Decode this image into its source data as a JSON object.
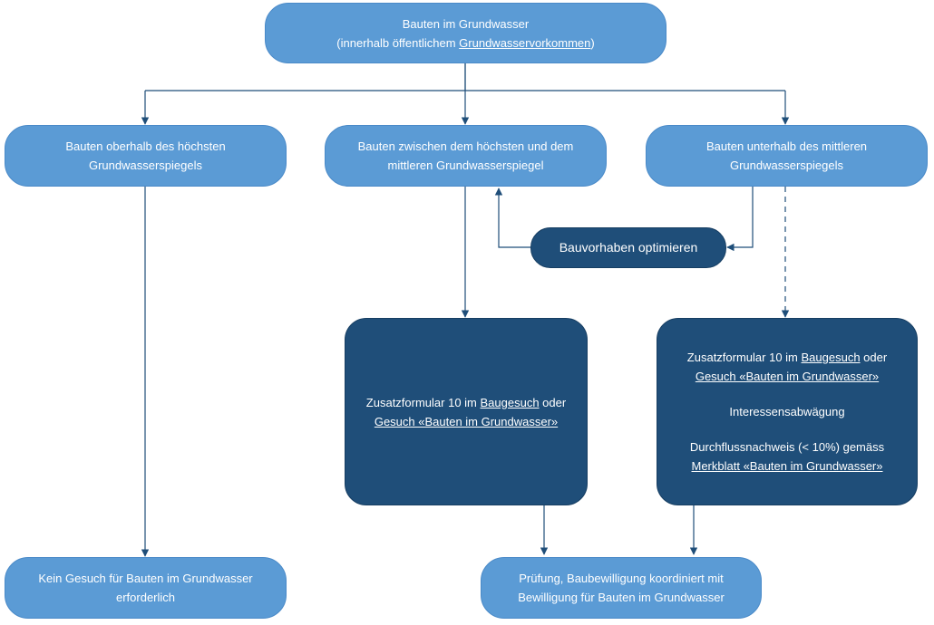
{
  "top": {
    "line1": "Bauten im Grundwasser",
    "line2_prefix": "(innerhalb öffentlichem ",
    "line2_link": "Grundwasservorkommen",
    "line2_suffix": ")"
  },
  "left": {
    "line1": "Bauten oberhalb des höchsten",
    "line2": "Grundwasserspiegels"
  },
  "mid": {
    "line1": "Bauten zwischen dem höchsten und dem",
    "line2": "mittleren Grundwasserspiegel"
  },
  "right": {
    "line1": "Bauten unterhalb des mittleren",
    "line2": "Grundwasserspiegels"
  },
  "optimize": {
    "label": "Bauvorhaben optimieren"
  },
  "mid_form": {
    "prefix": "Zusatzformular 10 im ",
    "link1": "Baugesuch",
    "middle": " oder",
    "link2": "Gesuch «Bauten im Grundwasser»"
  },
  "right_form": {
    "prefix": "Zusatzformular 10 im ",
    "link1": "Baugesuch",
    "middle": " oder",
    "link2": "Gesuch «Bauten im Grundwasser»",
    "interest": "Interessensabwägung",
    "flow": "Durchflussnachweis (< 10%) gemäss",
    "link3": "Merkblatt «Bauten im Grundwasser»"
  },
  "no_request": {
    "line1": "Kein Gesuch für Bauten im Grundwasser",
    "line2": "erforderlich"
  },
  "approval": {
    "line1": "Prüfung, Baubewilligung koordiniert mit",
    "line2": "Bewilligung für Bauten im Grundwasser"
  },
  "colors": {
    "light_box": "#5b9bd5",
    "dark_box": "#1f4e79",
    "connector": "#1f4e79"
  }
}
